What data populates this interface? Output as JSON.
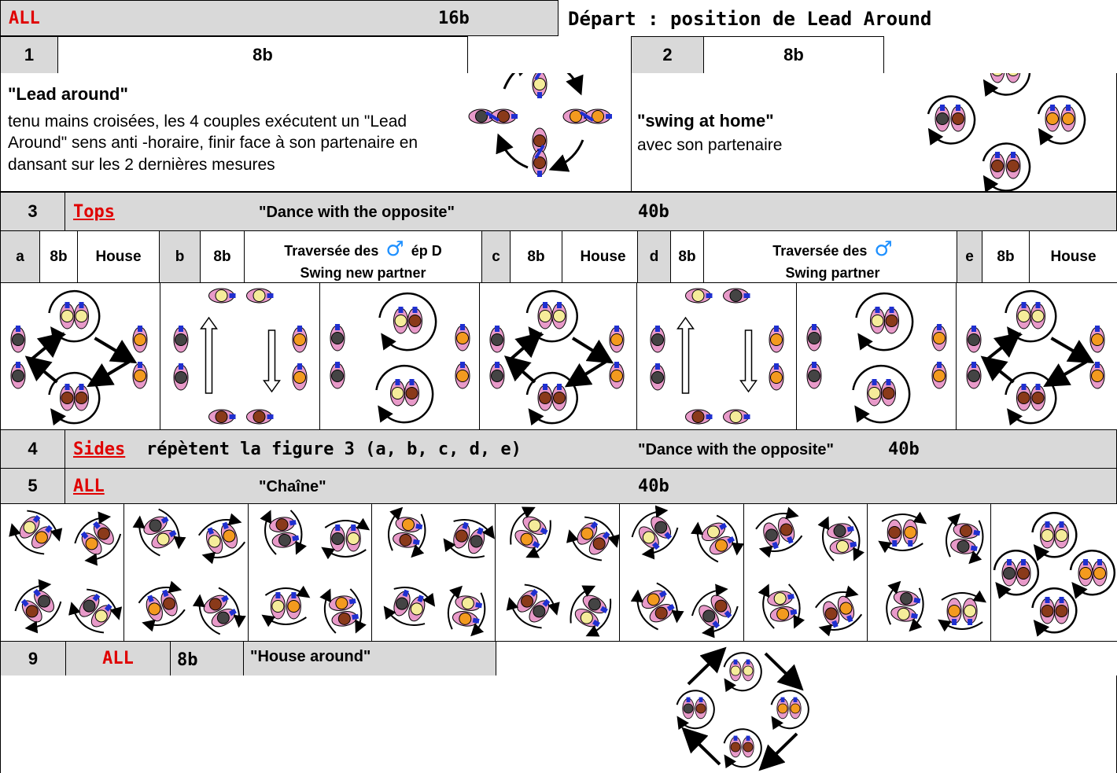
{
  "header": {
    "label": "ALL",
    "beats": "16b",
    "title": "Départ : position de Lead Around"
  },
  "fig1": {
    "num": "1",
    "beats": "8b",
    "name": "\"Lead around\"",
    "desc": "tenu  mains croisées, les 4 couples exécutent un \"Lead Around\" sens anti -horaire, finir face à son partenaire en dansant sur les 2 dernières mesures"
  },
  "fig2": {
    "num": "2",
    "beats": "8b",
    "name": "\"swing at home\"",
    "desc": "avec son partenaire"
  },
  "fig3": {
    "num": "3",
    "label": "Tops",
    "name": "\"Dance with the opposite\"",
    "beats": "40b",
    "steps": [
      {
        "letter": "a",
        "beats": "8b",
        "desc": "House"
      },
      {
        "letter": "b",
        "beats": "8b",
        "desc1": "Traversée des",
        "desc1b": "ép D",
        "desc2": "Swing new partner"
      },
      {
        "letter": "c",
        "beats": "8b",
        "desc": "House"
      },
      {
        "letter": "d",
        "beats": "8b",
        "desc1": "Traversée des",
        "desc2": "Swing partner"
      },
      {
        "letter": "e",
        "beats": "8b",
        "desc": "House"
      }
    ]
  },
  "fig4": {
    "num": "4",
    "label": "Sides",
    "rest": "répètent la figure 3 (a, b, c, d, e)",
    "name": "\"Dance with the opposite\"",
    "beats": "40b"
  },
  "fig5": {
    "num": "5",
    "label": "ALL",
    "name": "\"Chaîne\"",
    "beats": "40b"
  },
  "fig9": {
    "num": "9",
    "label": "ALL",
    "beats": "8b",
    "name": "\"House around\""
  },
  "icons": {
    "male": "male-symbol-icon",
    "dancer": "dancer-couple-icon",
    "arrow": "curved-arrow-icon"
  },
  "colors": {
    "header_bg": "#d9d9d9",
    "accent_red": "#e00000",
    "male_symbol": "#1e90ff",
    "dancer_pink": "#e89ac9",
    "dancer_blue": "#1f2fd0",
    "dancer_yellow": "#f5ec9a",
    "dancer_orange": "#f39a1f",
    "dancer_brown": "#8a3a1a",
    "dancer_gray": "#444444"
  }
}
